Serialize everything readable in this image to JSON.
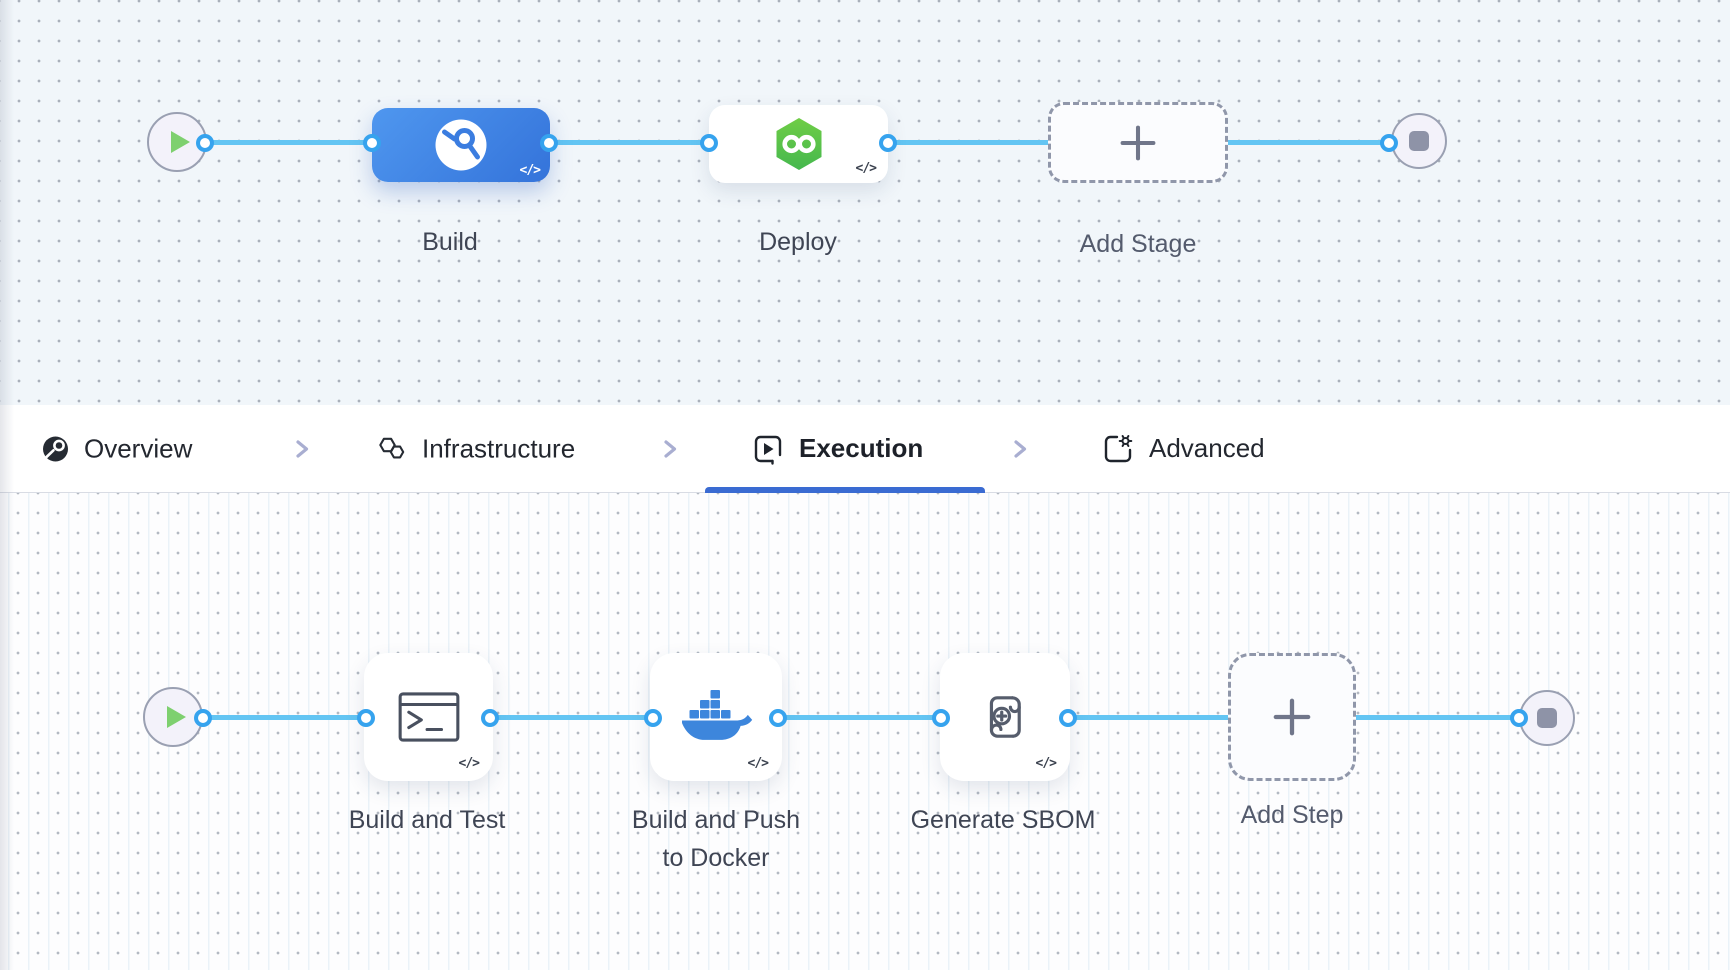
{
  "tab_bar": {
    "tabs": [
      {
        "label": "Overview",
        "icon": "overview-icon",
        "active": false
      },
      {
        "label": "Infrastructure",
        "icon": "infrastructure-icon",
        "active": false
      },
      {
        "label": "Execution",
        "icon": "execution-icon",
        "active": true
      },
      {
        "label": "Advanced",
        "icon": "advanced-icon",
        "active": false
      }
    ]
  },
  "stage_lane": {
    "start_icon": "play-icon",
    "end_icon": "stop-icon",
    "stages": [
      {
        "label": "Build",
        "icon": "harness-ci-icon",
        "code_badge": "</>"
      },
      {
        "label": "Deploy",
        "icon": "harness-cd-icon",
        "code_badge": "</>"
      },
      {
        "label": "Add Stage",
        "icon": "plus-icon"
      }
    ]
  },
  "step_lane": {
    "start_icon": "play-icon",
    "end_icon": "stop-icon",
    "steps": [
      {
        "label": "Build and Test",
        "icon": "terminal-icon",
        "code_badge": "</>"
      },
      {
        "label": "Build and Push to Docker",
        "label_line1": "Build and Push",
        "label_line2": "to Docker",
        "icon": "docker-icon",
        "code_badge": "</>"
      },
      {
        "label": "Generate SBOM",
        "icon": "sbom-icon",
        "code_badge": "</>"
      },
      {
        "label": "Add Step",
        "icon": "plus-icon"
      }
    ]
  },
  "colors": {
    "edge_blue": "#63c5f3",
    "port_ring_blue": "#36a3ee",
    "active_tab_underline": "#3a6bd2",
    "build_stage_blue": "#3e82e4",
    "deploy_icon_green": "#52c14b",
    "docker_icon_blue": "#3d86dc",
    "play_icon_green": "#7ed06f"
  }
}
